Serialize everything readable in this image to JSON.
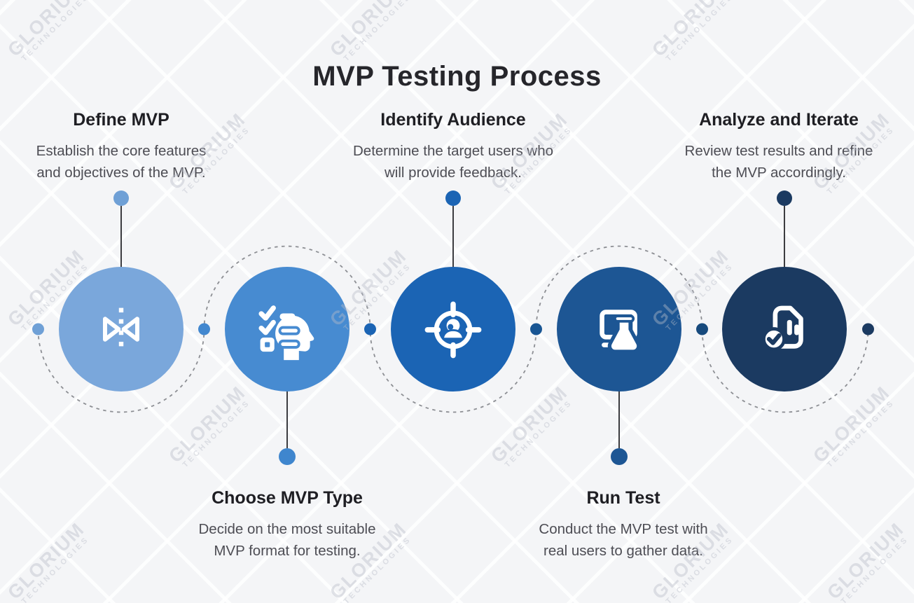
{
  "title": "MVP Testing Process",
  "watermark": {
    "line1": "GLORIUM",
    "line2": "TECHNOLOGIES"
  },
  "steps": [
    {
      "heading": "Define MVP",
      "description": "Establish the core features\nand objectives of the MVP.",
      "circle_color": "#7AA7DB",
      "icon": "flip-triangles-icon",
      "label_position": "top"
    },
    {
      "heading": "Choose MVP Type",
      "description": "Decide on the most suitable\nMVP format for testing.",
      "circle_color": "#478BD1",
      "icon": "head-checklist-icon",
      "label_position": "bottom"
    },
    {
      "heading": "Identify Audience",
      "description": "Determine the target users who\nwill provide feedback.",
      "circle_color": "#1B64B4",
      "icon": "target-user-icon",
      "label_position": "top"
    },
    {
      "heading": "Run Test",
      "description": "Conduct the MVP test with\nreal users to gather data.",
      "circle_color": "#1D5694",
      "icon": "monitor-flask-icon",
      "label_position": "bottom"
    },
    {
      "heading": "Analyze and Iterate",
      "description": "Review test results and refine\nthe MVP accordingly.",
      "circle_color": "#1B3A61",
      "icon": "report-check-icon",
      "label_position": "top"
    }
  ],
  "connector": {
    "line_color": "#3c3c40",
    "dash_color": "#8d8f94",
    "terminal_dot_colors": [
      "#6FA0D6",
      "#3F86CE",
      "#1B64B4",
      "#1D5694",
      "#1B3A61"
    ],
    "junction_dot_colors": [
      "#6FA0D6",
      "#4187CF",
      "#1B64B4",
      "#185593",
      "#174A7D",
      "#1B3A61"
    ]
  }
}
